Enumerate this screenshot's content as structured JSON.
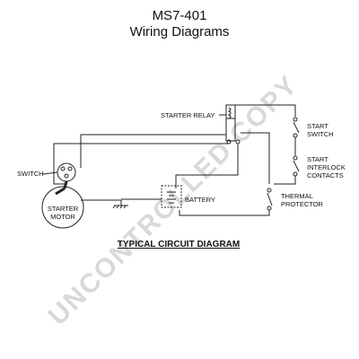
{
  "header": {
    "model": "MS7-401",
    "subtitle": "Wiring Diagrams"
  },
  "labels": {
    "starter_relay": "STARTER RELAY",
    "start_switch_line1": "START",
    "start_switch_line2": "SWITCH",
    "start_interlock_line1": "START",
    "start_interlock_line2": "INTERLOCK",
    "start_interlock_line3": "CONTACTS",
    "switch": "SWITCH",
    "starter_motor_line1": "STARTER",
    "starter_motor_line2": "MOTOR",
    "battery": "BATTERY",
    "thermal_line1": "THERMAL",
    "thermal_line2": "PROTECTOR"
  },
  "caption": "TYPICAL CIRCUIT DIAGRAM",
  "watermark": "UNCONTROLLED COPY",
  "colors": {
    "line": "#222222",
    "watermark": "#d9d9d9"
  }
}
